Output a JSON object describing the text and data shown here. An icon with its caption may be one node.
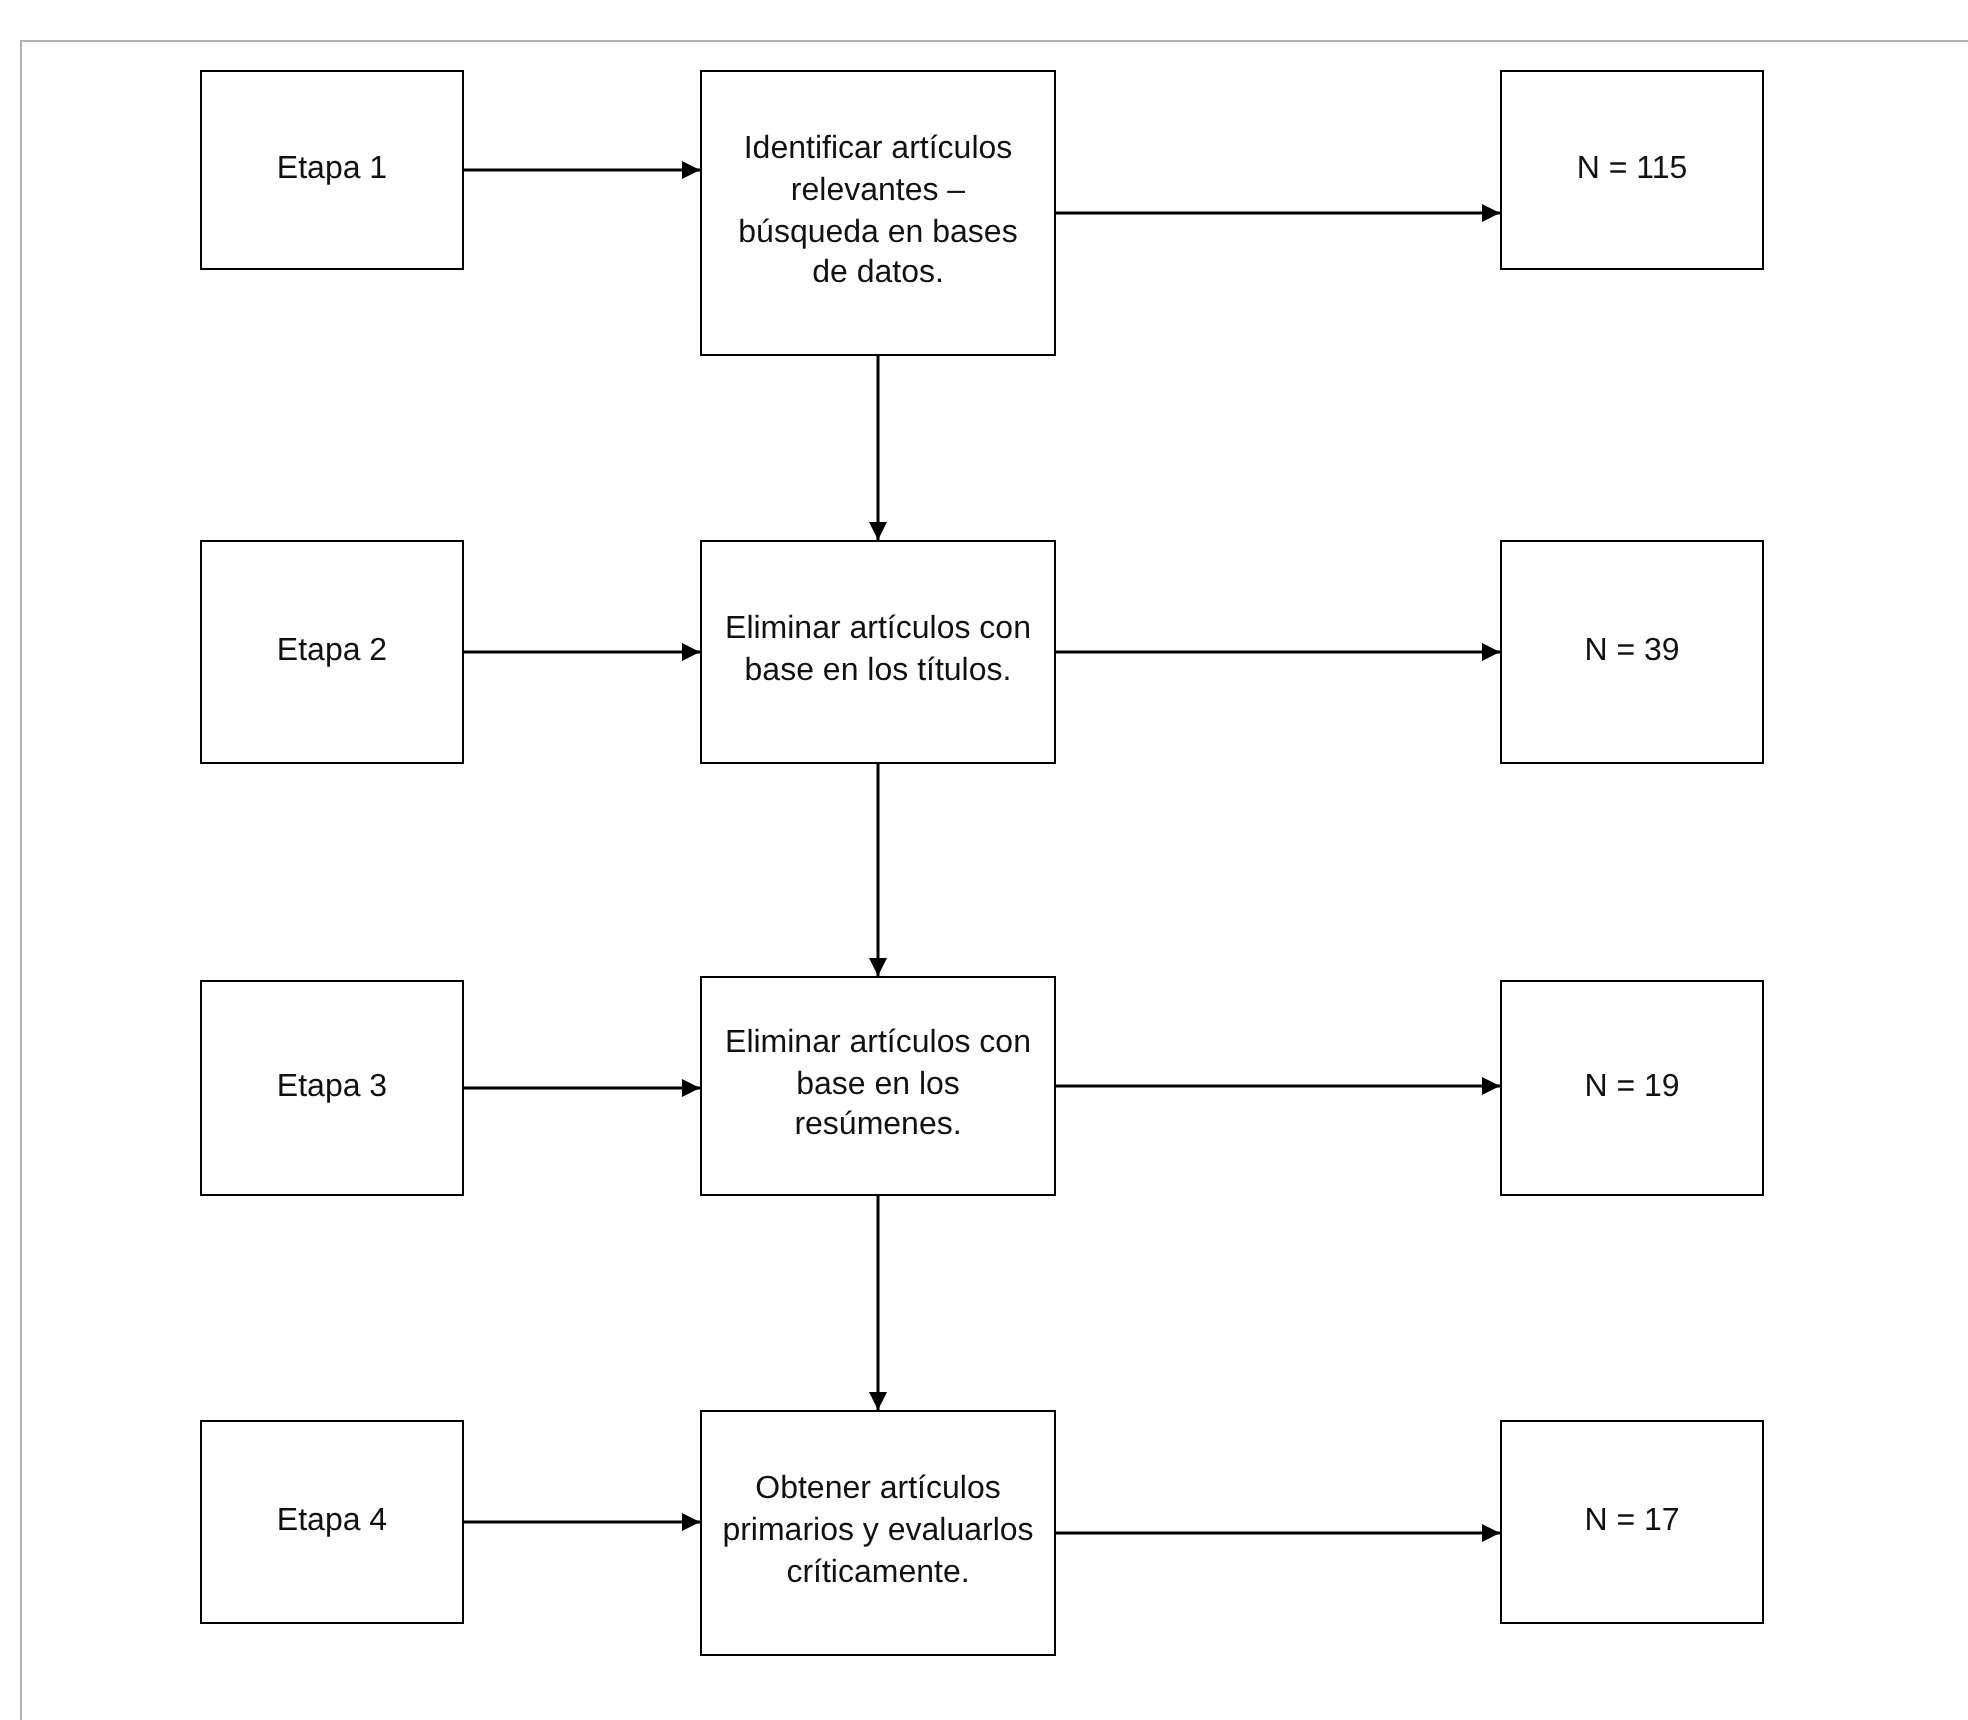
{
  "diagram": {
    "nodes": [
      {
        "text": [
          "Etapa 1"
        ]
      },
      {
        "text": [
          "Identificar artículos relevantes – búsqueda en bases de datos."
        ]
      },
      {
        "text": [
          "N = 115"
        ]
      },
      {
        "text": [
          "Etapa 2"
        ]
      },
      {
        "text": [
          "Eliminar artículos con base en los títulos."
        ]
      },
      {
        "text": [
          "N = 39"
        ]
      },
      {
        "text": [
          "Etapa 3"
        ]
      },
      {
        "text": [
          "Eliminar artículos con base en los resúmenes."
        ]
      },
      {
        "text": [
          "N = 19"
        ]
      },
      {
        "text": [
          "Etapa 4"
        ]
      },
      {
        "text": [
          "Obtener artículos primarios y evaluarlos críticamente."
        ]
      },
      {
        "text": [
          "N = 17"
        ]
      }
    ],
    "edges": [
      {
        "from": 0,
        "to": 1,
        "arrow": "to"
      },
      {
        "from": 1,
        "to": 2,
        "arrow": "to"
      },
      {
        "from": 1,
        "to": 4,
        "arrow": "to"
      },
      {
        "from": 3,
        "to": 4,
        "arrow": "to"
      },
      {
        "from": 4,
        "to": 5,
        "arrow": "to"
      },
      {
        "from": 4,
        "to": 7,
        "arrow": "to"
      },
      {
        "from": 6,
        "to": 7,
        "arrow": "to"
      },
      {
        "from": 7,
        "to": 8,
        "arrow": "to"
      },
      {
        "from": 7,
        "to": 10,
        "arrow": "to"
      },
      {
        "from": 9,
        "to": 10,
        "arrow": "to"
      },
      {
        "from": 10,
        "to": 11,
        "arrow": "to"
      }
    ]
  }
}
